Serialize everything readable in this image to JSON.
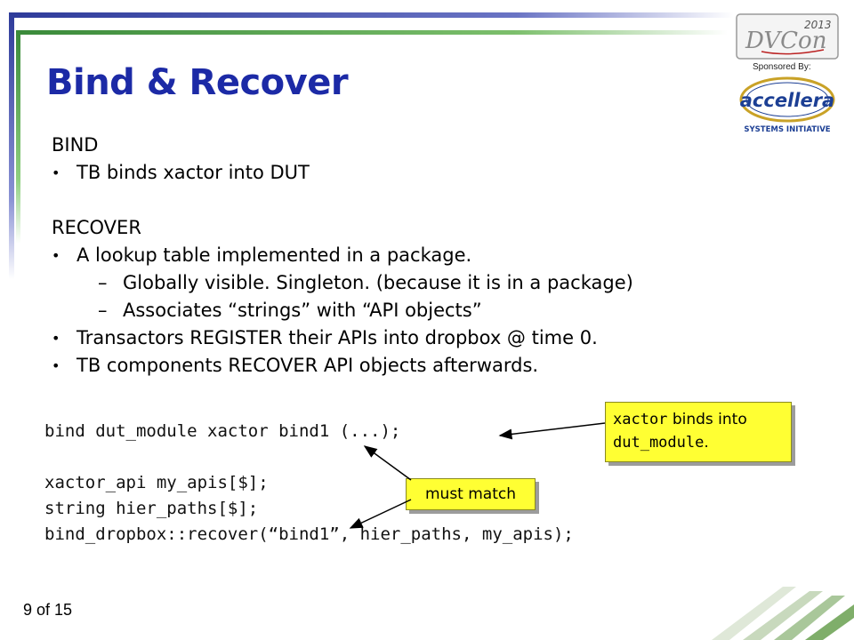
{
  "slide": {
    "title": "Bind & Recover",
    "page_number": "9 of 15"
  },
  "body": {
    "bind_heading": "BIND",
    "bind_bullet": "TB binds xactor into DUT",
    "recover_heading": "RECOVER",
    "recover_bullet_1": "A lookup table implemented in a package.",
    "recover_sub_1": "Globally visible.  Singleton. (because it is in a package)",
    "recover_sub_2": "Associates “strings” with “API objects”",
    "recover_bullet_2": "Transactors REGISTER their APIs into dropbox @ time 0.",
    "recover_bullet_3": "TB components RECOVER API objects afterwards.",
    "bullet_symbol": "•",
    "dash_symbol": "–"
  },
  "code": {
    "line1": "bind dut_module xactor bind1 (...);",
    "line2": "xactor_api my_apis[$];",
    "line3": "string hier_paths[$];",
    "line4": "bind_dropbox::recover(“bind1”, hier_paths, my_apis);"
  },
  "callouts": {
    "binds_code_1": "xactor",
    "binds_text": " binds into",
    "binds_code_2": "dut_module",
    "binds_period": ".",
    "must_match": "must match"
  },
  "logos": {
    "dvcon_text": "DVCon",
    "dvcon_year": "2013",
    "sponsored_by": "Sponsored By:",
    "accellera_text": "accellera",
    "accellera_tagline": "SYSTEMS INITIATIVE"
  },
  "colors": {
    "title": "#1c2aa6",
    "callout_fill": "#ffff33",
    "frame_blue": "#2e3b9a",
    "frame_green": "#3a8a3a",
    "accellera_blue": "#1c3f94",
    "accellera_gold": "#c9a227"
  }
}
